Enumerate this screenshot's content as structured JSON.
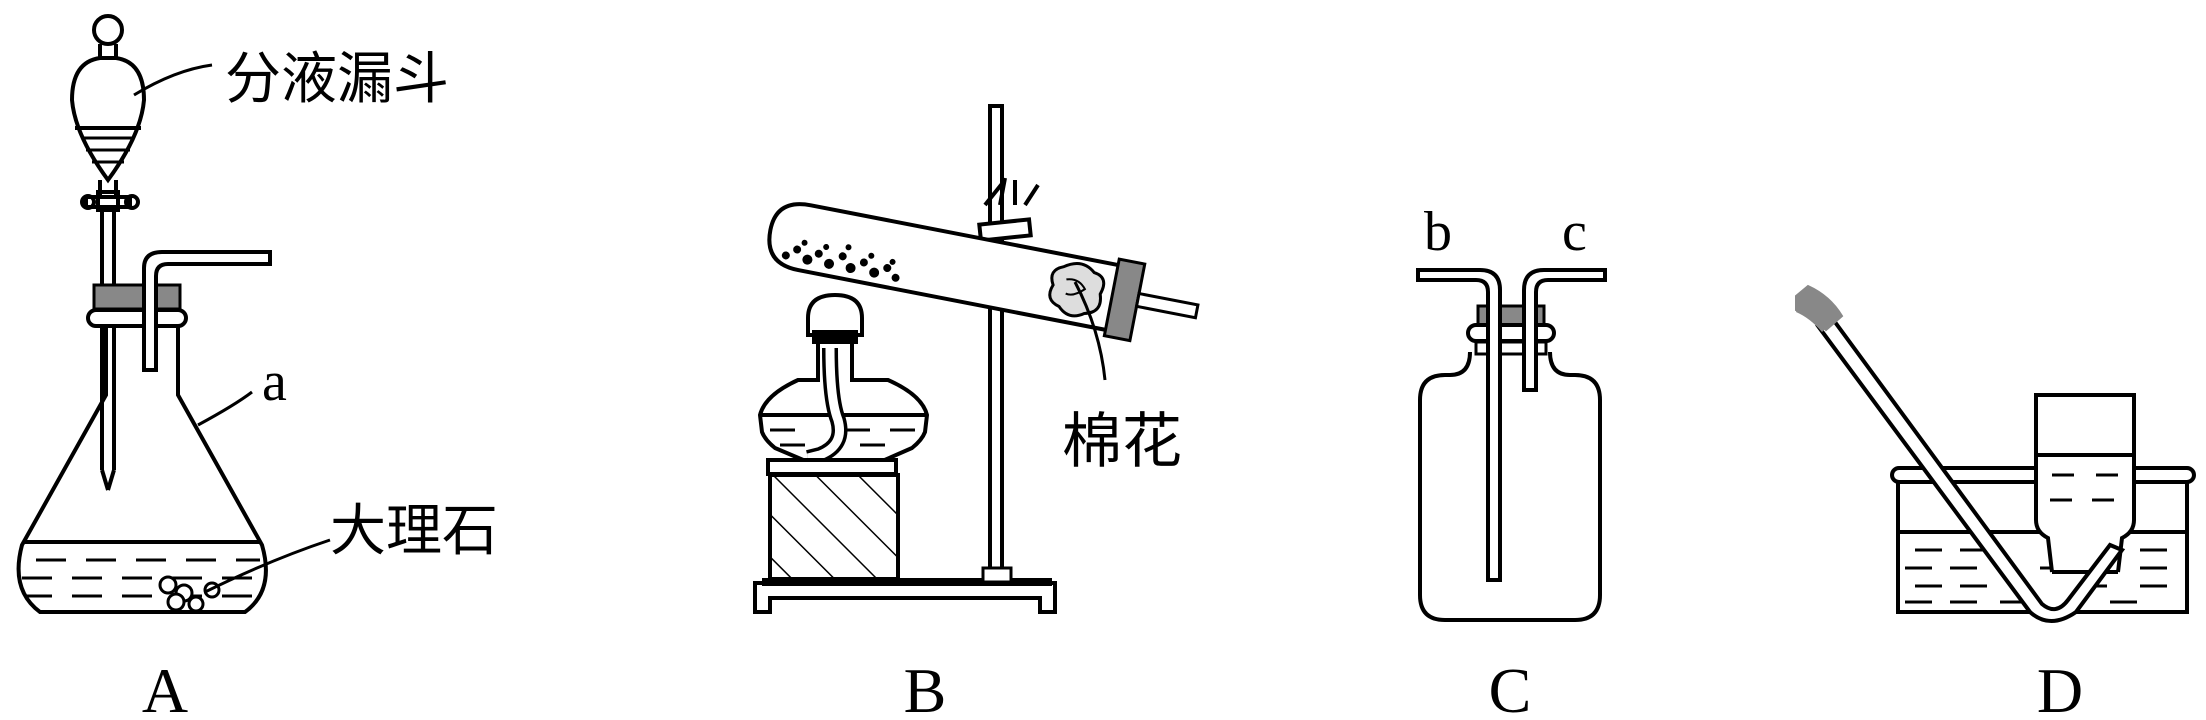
{
  "apparatus_a": {
    "letter": "A",
    "funnel_label": "分液漏斗",
    "flask_label": "a",
    "solid_label": "大理石"
  },
  "apparatus_b": {
    "letter": "B",
    "cotton_label": "棉花"
  },
  "apparatus_c": {
    "letter": "C",
    "left_port_label": "b",
    "right_port_label": "c"
  },
  "apparatus_d": {
    "letter": "D"
  },
  "colors": {
    "stroke": "#000000",
    "rubber": "#888888",
    "background": "#ffffff"
  }
}
